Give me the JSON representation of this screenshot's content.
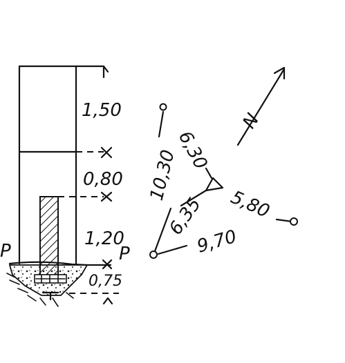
{
  "elevation": {
    "dimensions": [
      "1,50",
      "0,80",
      "1,20",
      "0,75"
    ],
    "load_label": "P"
  },
  "survey": {
    "distances": {
      "top_to_left": "10,30",
      "top_to_station": "6,30",
      "station_to_right": "5,80",
      "station_to_left": "6,35",
      "left_to_right": "9,70"
    }
  },
  "north_arrow": {
    "symbol": "N"
  }
}
